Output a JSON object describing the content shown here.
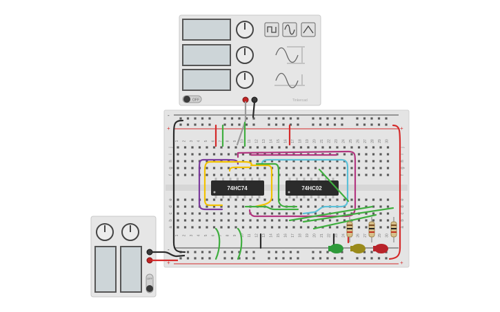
{
  "function_generator": {
    "off_label": "OFF",
    "waveforms": [
      "square-wave-icon",
      "sine-wave-icon",
      "triangle-wave-icon"
    ],
    "brand": "Tinkercad"
  },
  "power_supply": {
    "off_label": "OFF"
  },
  "chips": [
    {
      "label": "74HC74"
    },
    {
      "label": "74HC02"
    }
  ],
  "breadboard": {
    "row_letters_top": [
      "j",
      "i",
      "h",
      "g",
      "f"
    ],
    "row_letters_bottom": [
      "e",
      "d",
      "c",
      "b",
      "a"
    ],
    "column_numbers": [
      "1",
      "2",
      "3",
      "4",
      "5",
      "6",
      "7",
      "8",
      "9",
      "10",
      "11",
      "12",
      "13",
      "14",
      "15",
      "16",
      "17",
      "18",
      "19",
      "20",
      "21",
      "22",
      "23",
      "24",
      "25",
      "26",
      "27",
      "28",
      "29",
      "30"
    ],
    "rail_plus": "+",
    "rail_minus": "-"
  },
  "leds": [
    {
      "name": "led-green",
      "color": "#2e9a3a"
    },
    {
      "name": "led-yellow",
      "color": "#9a8a1a"
    },
    {
      "name": "led-red",
      "color": "#b8232a"
    }
  ],
  "colors": {
    "wire_red": "#d42a2a",
    "wire_green": "#3fae3f",
    "wire_black": "#2a2a2a",
    "wire_purple": "#7b3a9c",
    "wire_yellow": "#f2c200",
    "wire_cyan": "#5bc0d8",
    "wire_magenta": "#b2357f",
    "wire_gray": "#9a9a9a"
  }
}
